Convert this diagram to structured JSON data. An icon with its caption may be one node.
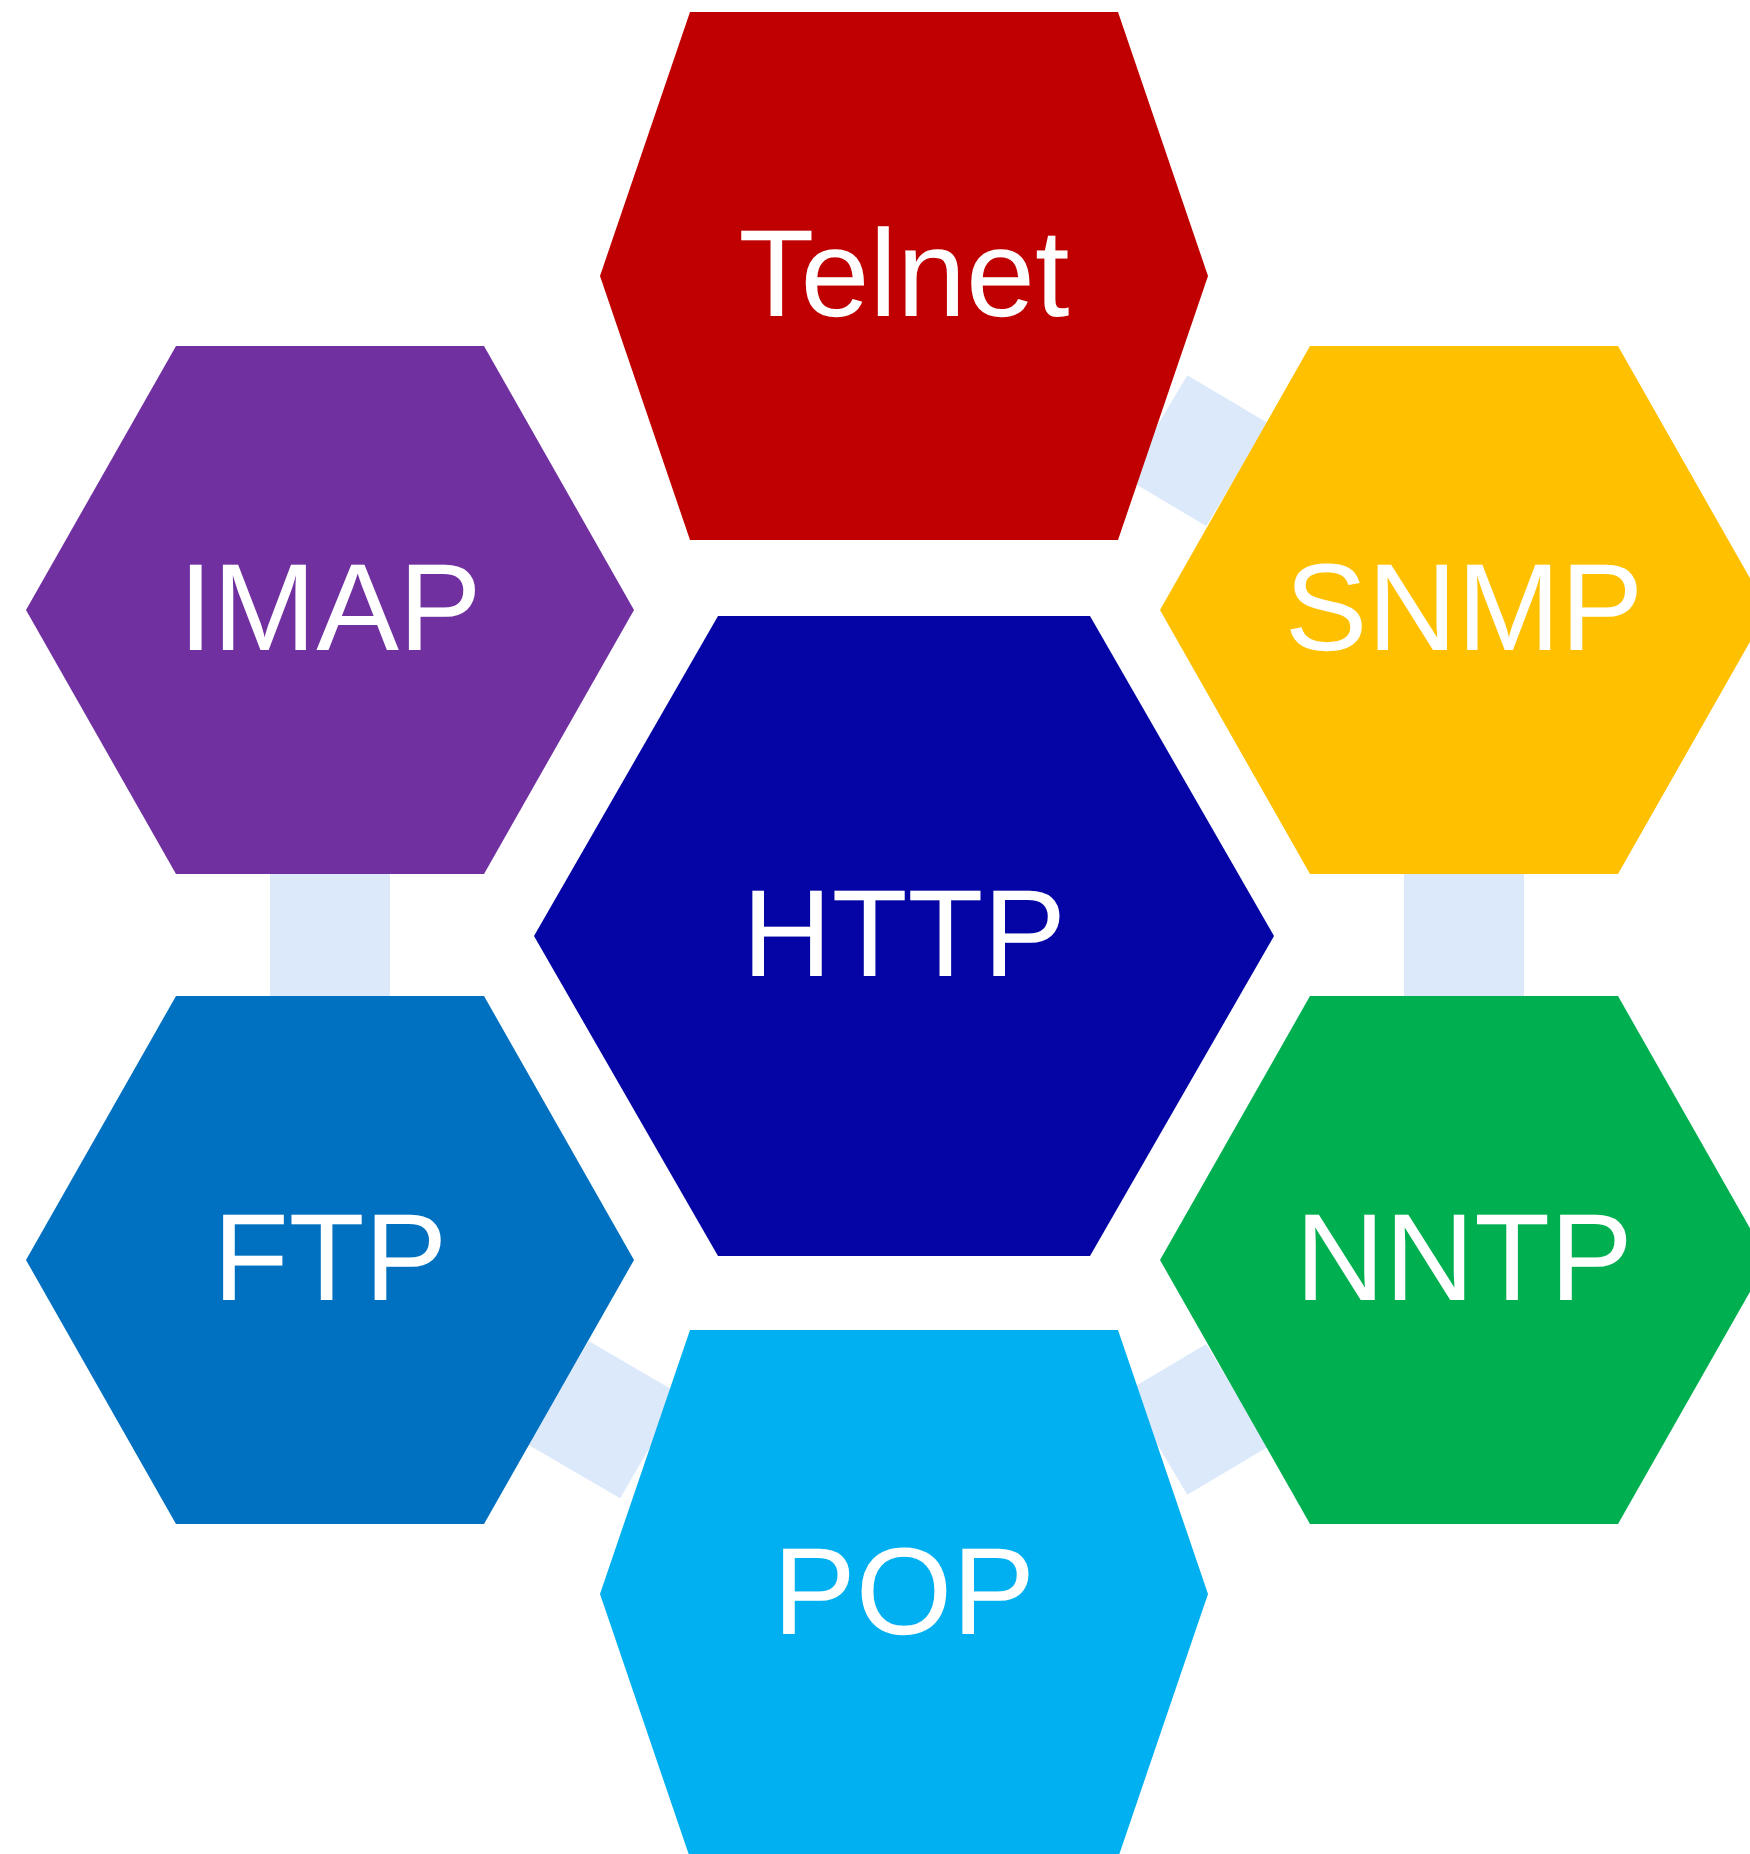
{
  "diagram": {
    "nodes": [
      {
        "text": [
          "Telnet"
        ]
      },
      {
        "text": [
          "IMAP"
        ]
      },
      {
        "text": [
          "SNMP"
        ]
      },
      {
        "text": [
          "HTTP"
        ]
      },
      {
        "text": [
          "FTP"
        ]
      },
      {
        "text": [
          "NNTP"
        ]
      },
      {
        "text": [
          "POP"
        ]
      }
    ],
    "edges": [
      {
        "from": 0,
        "to": 2,
        "arrow": "none"
      },
      {
        "from": 2,
        "to": 5,
        "arrow": "none"
      },
      {
        "from": 5,
        "to": 6,
        "arrow": "none"
      },
      {
        "from": 6,
        "to": 4,
        "arrow": "none"
      },
      {
        "from": 4,
        "to": 1,
        "arrow": "none"
      }
    ]
  }
}
